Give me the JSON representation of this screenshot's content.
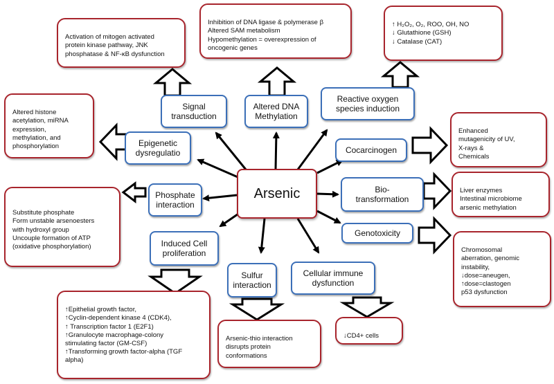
{
  "center": "Arsenic",
  "mechanisms": {
    "signal": "Signal\ntransduction",
    "dna_methylation": "Altered DNA\nMethylation",
    "ros": "Reactive oxygen\nspecies induction",
    "epigenetic": "Epigenetic\ndysregulatio",
    "cocarcinogen": "Cocarcinogen",
    "phosphate": "Phosphate\ninteraction",
    "biotransformation": "Bio-\ntransformation",
    "genotoxicity": "Genotoxicity",
    "cell_proliferation": "Induced Cell\nproliferation",
    "sulfur": "Sulfur\ninteraction",
    "immune": "Cellular immune\ndysfunction"
  },
  "effects": {
    "mapk": "Activation of mitogen activated\nprotein kinase pathway, JNK\nphosphatase & NF-κB dysfunction",
    "dna": "Inhibition of DNA ligase & polymerase β\nAltered SAM metabolism\nHypomethylation = overexpression of\noncogenic genes",
    "ros": "↑ H₂O₂, O₂, ROO, OH, NO\n↓ Glutathione (GSH)\n↓ Catalase (CAT)",
    "histone": "Altered histone\nacetylation, miRNA\nexpression,\nmethylation, and\nphosphorylation",
    "mutagenicity": "Enhanced\nmutagenicity of UV,\nX-rays &\nChemicals",
    "phosphate": "Substitute phosphate\nForm unstable arsenoesters\nwith hydroxyl group\nUncouple formation of ATP\n(oxidative phosphorylation)",
    "liver": "Liver enzymes\nIntestinal microbiome\narsenic methylation",
    "chromosomal": "Chromosomal\naberration, genomic\ninstability,\n↓dose=aneugen,\n↑dose=clastogen\np53 dysfunction",
    "growth": "↑Epithelial growth factor,\n↑Cyclin-dependent kinase 4 (CDK4),\n↑ Transcription factor 1 (E2F1)\n↑Granulocyte macrophage-colony\nstimulating factor (GM-CSF)\n↑Transforming growth factor-alpha (TGF\nalpha)",
    "thio": "Arsenic-thio interaction\ndisrupts protein\nconformations",
    "cd4": "↓CD4+ cells"
  }
}
